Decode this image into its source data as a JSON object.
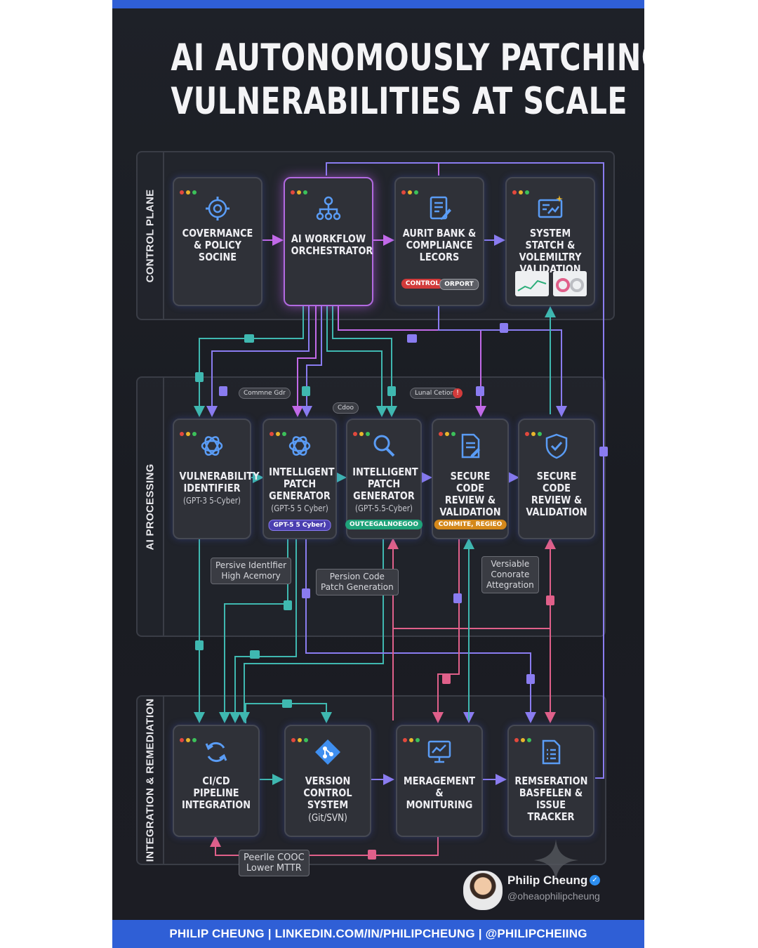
{
  "title": {
    "line1": "AI AUTONOMOUSLY PATCHING",
    "line2": "VULNERABILITIES AT SCALE"
  },
  "sections": {
    "control": "CONTROL PLANE",
    "processing": "AI PROCESSING",
    "integration": "INTEGRATION & REMEDIATION"
  },
  "control_cards": [
    {
      "icon": "gear-brain-icon",
      "label": "COVERMANCE & POLICY SOCINE"
    },
    {
      "icon": "workflow-hierarchy-icon",
      "label": "AI WORKFLOW ORCHESTRATOR"
    },
    {
      "icon": "document-edit-icon",
      "label": "AURIT BANK & COMPLIANCE LECORS",
      "pills": [
        "CONTROL",
        "ORPORT"
      ]
    },
    {
      "icon": "dashboard-chart-icon",
      "label": "SYSTEM STATCH & VOLEMILTRY VALIDATION"
    }
  ],
  "processing_cards": [
    {
      "icon": "openai-knot-icon",
      "label": "VULNERABILITY IDENTIFIER",
      "sub": "(GPT-3 5-Cyber)"
    },
    {
      "icon": "openai-knot-icon",
      "label": "INTELLIGENT PATCH GENERATOR",
      "sub": "(GPT-5 5 Cyber)",
      "pill": "GPT-5 5 Cyber)"
    },
    {
      "icon": "magnifier-icon",
      "label": "INTELLIGENT PATCH GENERATOR",
      "sub": "(GPT-5.5-Cyber)",
      "pill": "OUTCEGALNOEGOO"
    },
    {
      "icon": "code-document-icon",
      "label": "SECURE CODE REVIEW & VALIDATION",
      "pill": "CONMITE, REGIEO"
    },
    {
      "icon": "shield-check-icon",
      "label": "SECURE CODE REVIEW & VALIDATION"
    }
  ],
  "integration_cards": [
    {
      "icon": "sync-cycle-icon",
      "label": "CI/CD PIPELINE INTEGRATION"
    },
    {
      "icon": "git-diamond-icon",
      "label": "VERSION CONTROL SYSTEM",
      "sub": "(Git/SVN)"
    },
    {
      "icon": "monitor-graph-icon",
      "label": "MERAGEMENT & MONITURING"
    },
    {
      "icon": "tracker-document-icon",
      "label": "REMSERATION BASFELEN & ISSUE TRACKER"
    }
  ],
  "tags": {
    "common": "Commne Gdr",
    "cdoo": "Cdoo",
    "lunal": "Lunal Cetion"
  },
  "callouts": {
    "persive": [
      "Persive Identlfier",
      "High Acemory"
    ],
    "persion": [
      "Persion Code",
      "Patch Generation"
    ],
    "versable": [
      "Versiable",
      "Conorate",
      "Attegration"
    ],
    "peerlle": [
      "Peerlle COOC",
      "Lower MTTR"
    ]
  },
  "author": {
    "name": "Philip Cheung",
    "handle": "@oheaophilipcheung"
  },
  "footer": "PHILIP CHEUNG | LINKEDIN.COM/IN/PHILIPCHEUNG | @PHILIPCHEIING",
  "colors": {
    "accent_blue": "#2f5fd6",
    "wire_teal": "#3fb8b0",
    "wire_purple": "#8a7cf0",
    "wire_pink": "#e0608a",
    "wire_violet": "#c26ae8"
  }
}
